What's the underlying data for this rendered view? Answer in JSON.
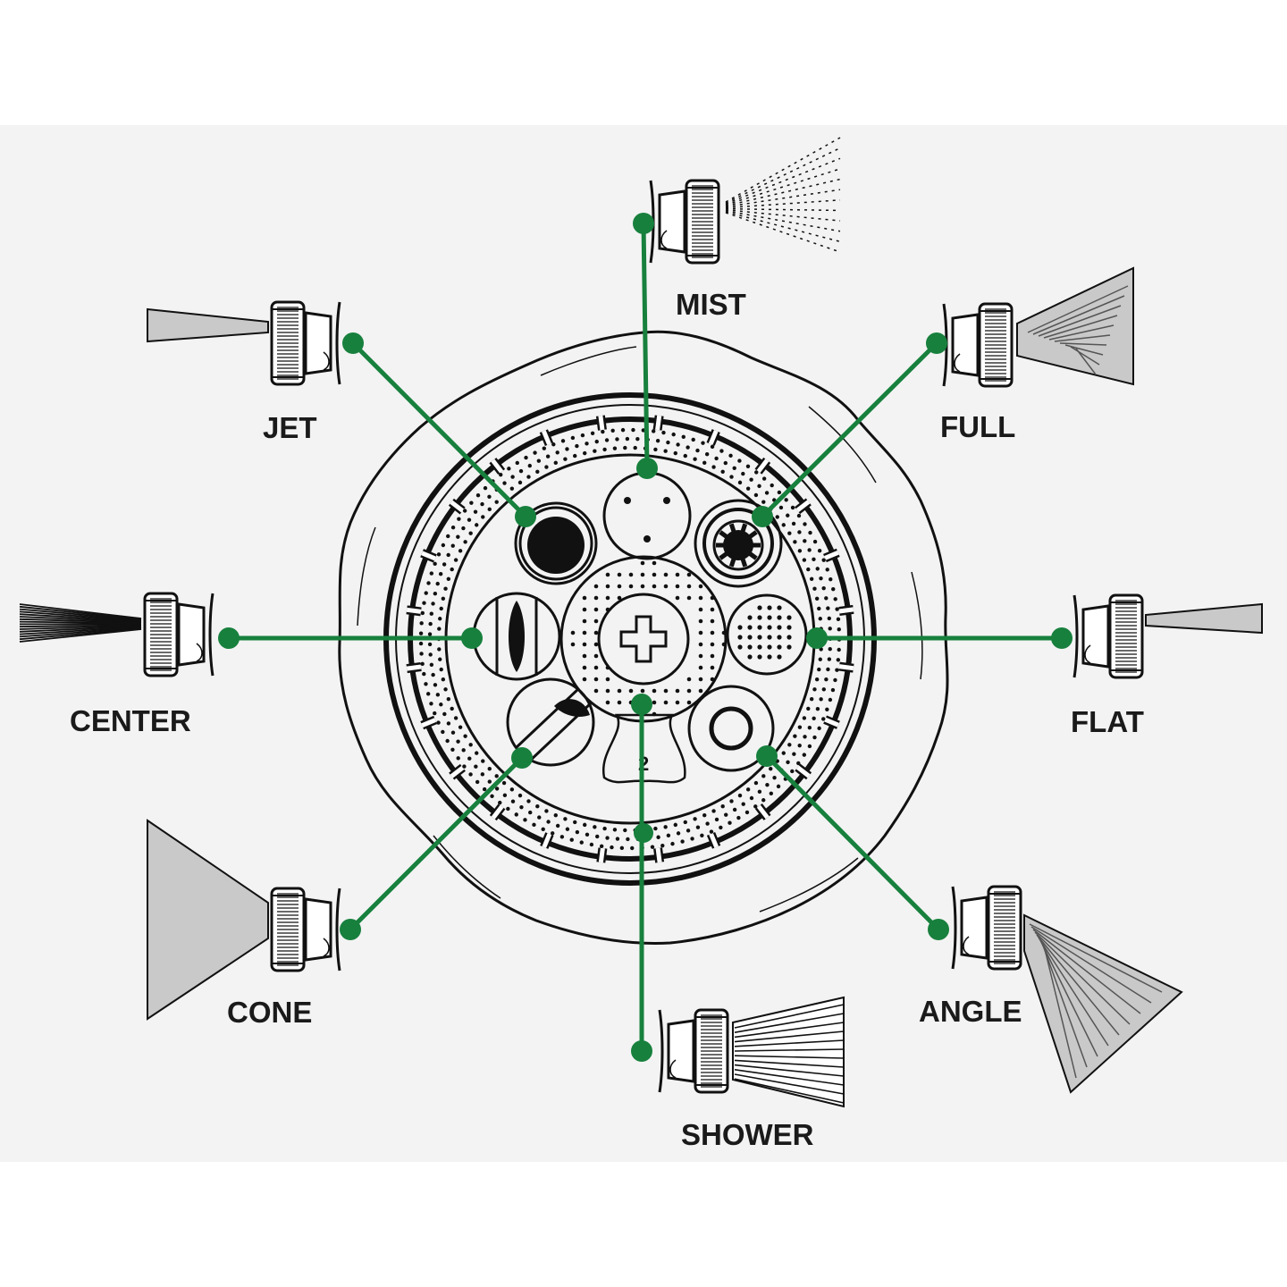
{
  "colors": {
    "accent": "#17803d",
    "ink": "#111111",
    "background": "#f3f3f3",
    "spray_fill": "#c9c9c9"
  },
  "center_mark": "2",
  "patterns": [
    {
      "key": "mist",
      "label": "MIST"
    },
    {
      "key": "jet",
      "label": "JET"
    },
    {
      "key": "full",
      "label": "FULL"
    },
    {
      "key": "center",
      "label": "CENTER"
    },
    {
      "key": "flat",
      "label": "FLAT"
    },
    {
      "key": "cone",
      "label": "CONE"
    },
    {
      "key": "angle",
      "label": "ANGLE"
    },
    {
      "key": "shower",
      "label": "SHOWER"
    }
  ]
}
